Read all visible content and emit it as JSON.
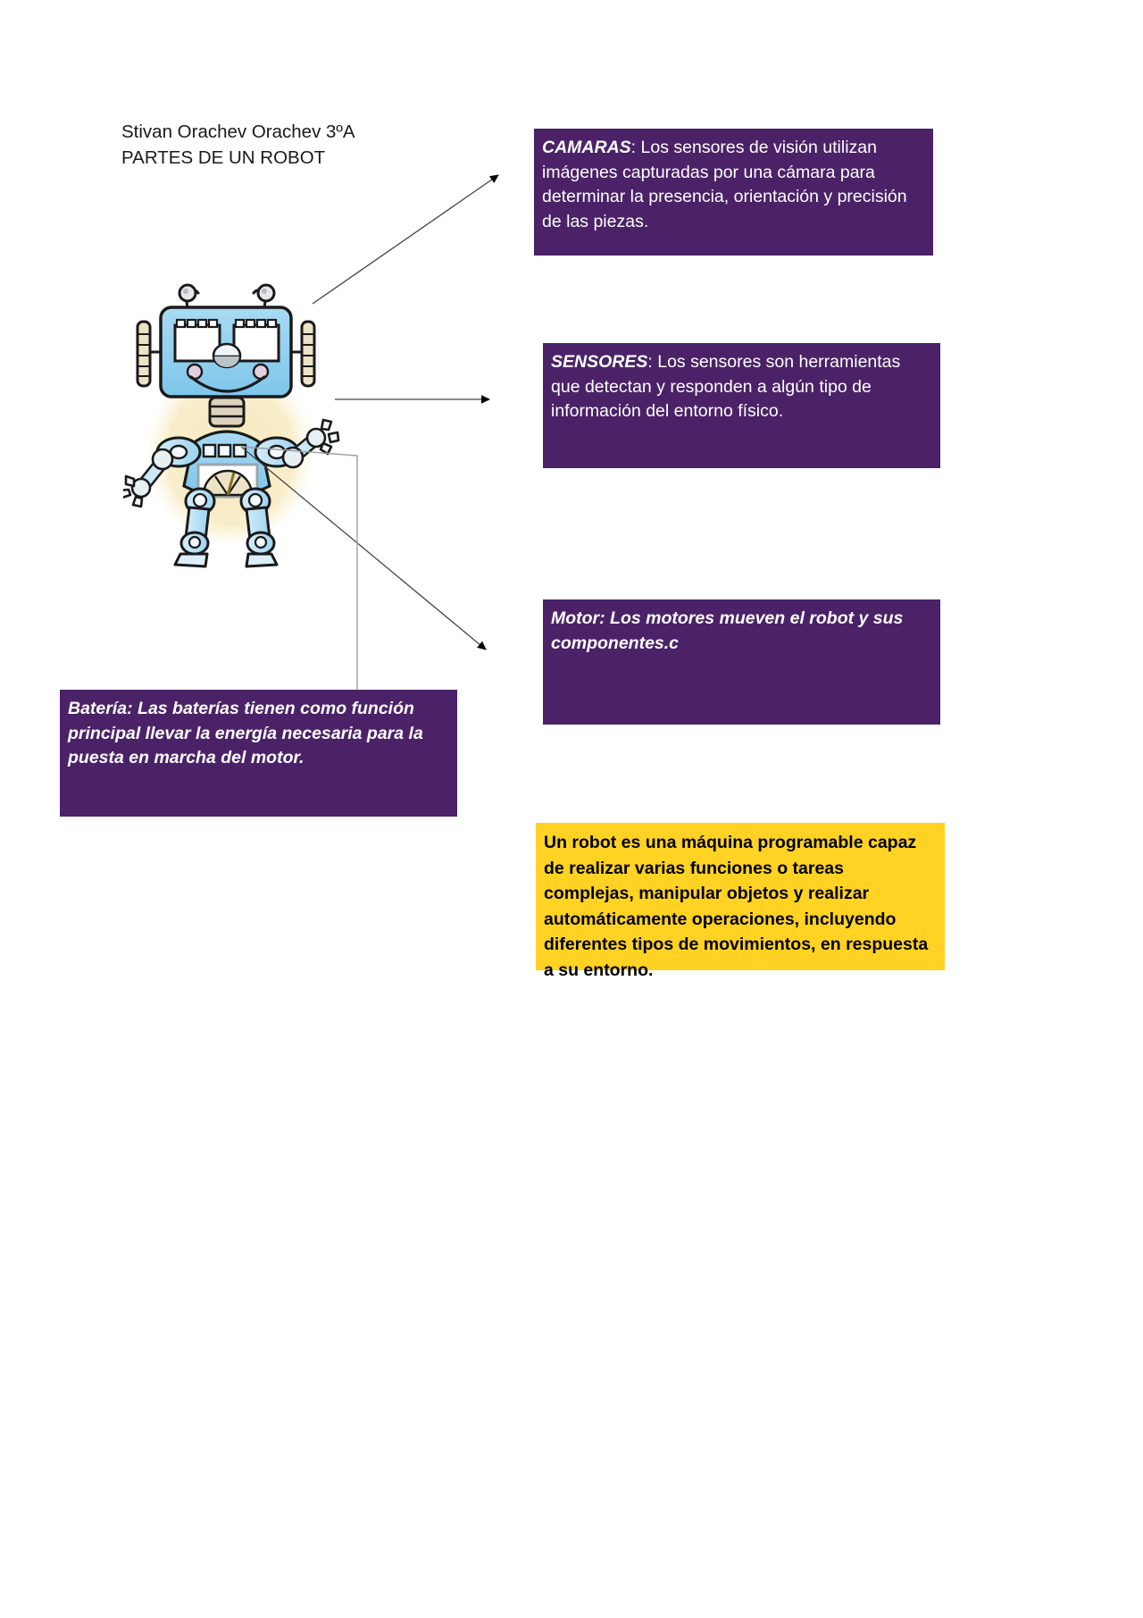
{
  "document": {
    "author_line": "Stivan Orachev Orachev 3ºA",
    "title_line": "PARTES DE UN ROBOT"
  },
  "colors": {
    "purple": "#4b2267",
    "yellow": "#ffd223",
    "text_light": "#ffffff",
    "text_dark": "#000000",
    "robot_body": "#8dcdf0",
    "robot_body_light": "#bfe4f7",
    "robot_outline": "#1a1a1a",
    "robot_glow": "#f5e6b8"
  },
  "callouts": [
    {
      "id": "camaras",
      "lead": "CAMARAS",
      "separator": ": ",
      "body": "Los sensores de visión utilizan imágenes capturadas por una cámara para determinar la presencia, orientación y precisión de las piezas.",
      "background": "#4b2267",
      "color": "#ffffff"
    },
    {
      "id": "sensores",
      "lead": "SENSORES",
      "separator": ": ",
      "body": "Los sensores son herramientas que detectan y responden a algún tipo de información del entorno físico.",
      "background": "#4b2267",
      "color": "#ffffff"
    },
    {
      "id": "motor",
      "lead": "",
      "separator": "",
      "body": "Motor: Los motores mueven el robot y sus componentes.c",
      "background": "#4b2267",
      "color": "#ffffff"
    },
    {
      "id": "bateria",
      "lead": "",
      "separator": "",
      "body": "Batería: Las baterías tienen como función principal llevar la energía necesaria para la puesta en marcha del motor.",
      "background": "#4b2267",
      "color": "#ffffff"
    },
    {
      "id": "definicion",
      "lead": "",
      "separator": "",
      "body": "Un robot es una máquina programable capaz de realizar varias funciones o tareas complejas, manipular objetos y realizar automáticamente operaciones, incluyendo diferentes tipos de movimientos, en respuesta a su entorno.",
      "background": "#ffd223",
      "color": "#000000"
    }
  ],
  "illustration": {
    "name": "robot-cartoon",
    "description": "Caricatura de un robot azul con antenas, ojos cuadrados, cuello de resorte, brazos articulados, medidor en el torso y piernas con pies"
  },
  "connectors": [
    {
      "id": "arrow-to-camaras",
      "from": "robot-head",
      "to": "camaras-box"
    },
    {
      "id": "arrow-to-sensores",
      "from": "robot-shoulder",
      "to": "sensores-box"
    },
    {
      "id": "arrow-to-motor",
      "from": "robot-torso-gauge",
      "to": "motor-box"
    },
    {
      "id": "line-to-bateria",
      "from": "robot-torso-gauge",
      "to": "bateria-box"
    }
  ]
}
